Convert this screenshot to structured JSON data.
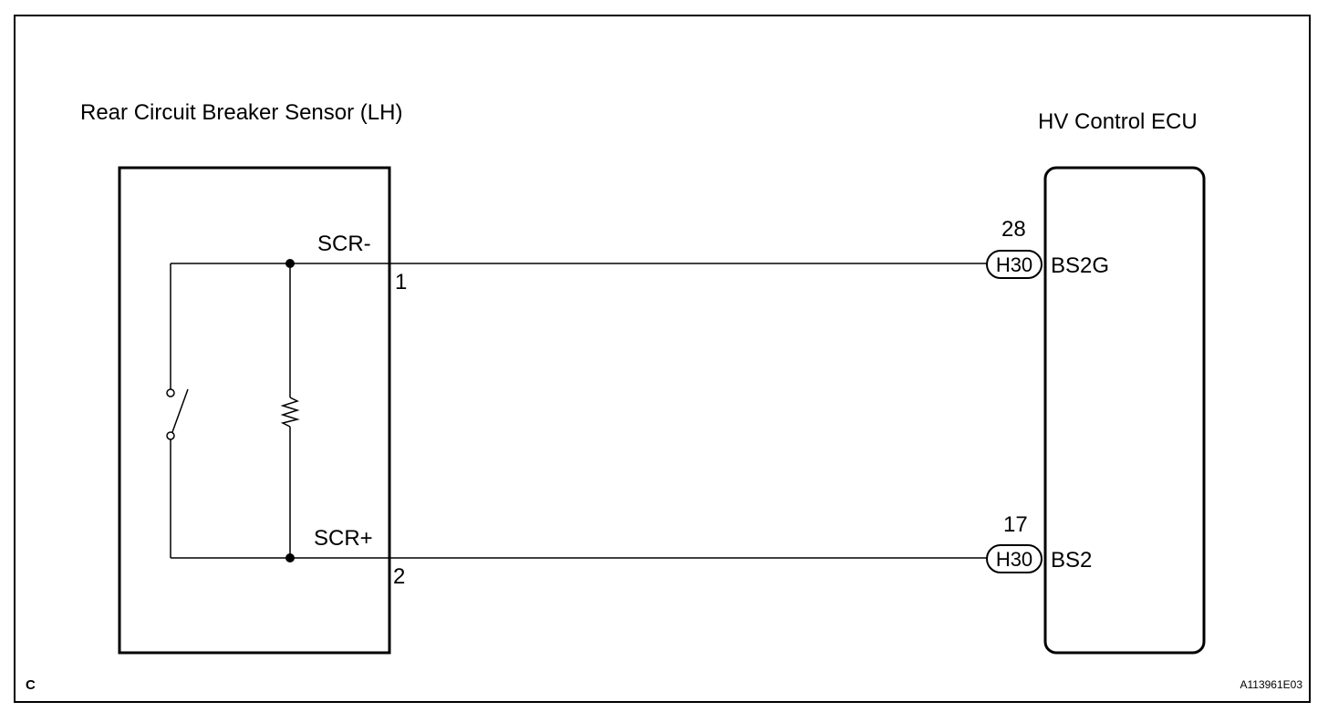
{
  "sensor": {
    "title": "Rear Circuit Breaker Sensor (LH)",
    "terminal_top_name": "SCR-",
    "terminal_top_pin": "1",
    "terminal_bottom_name": "SCR+",
    "terminal_bottom_pin": "2"
  },
  "ecu": {
    "title": "HV Control ECU",
    "top_pin_number": "28",
    "top_connector": "H30",
    "top_signal": "BS2G",
    "bottom_pin_number": "17",
    "bottom_connector": "H30",
    "bottom_signal": "BS2"
  },
  "corner_letter": "C",
  "figure_code": "A113961E03",
  "colors": {
    "line": "#000000",
    "background": "#ffffff"
  }
}
